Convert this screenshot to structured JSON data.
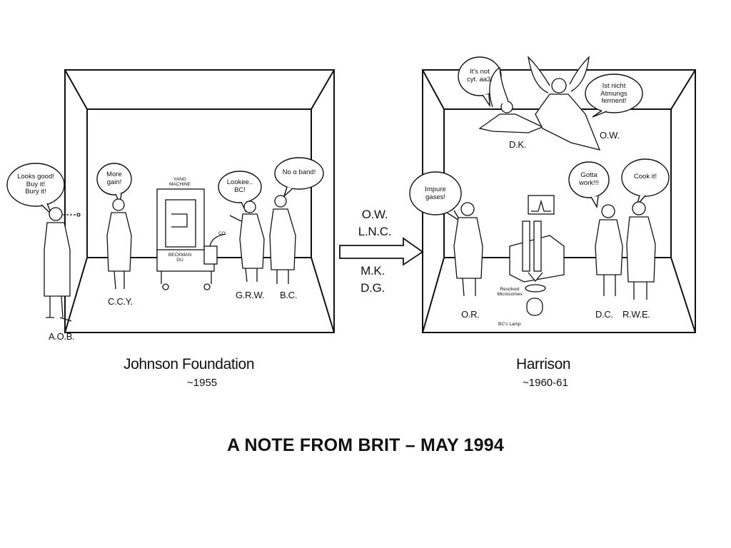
{
  "left_panel": {
    "caption": "Johnson Foundation",
    "date": "~1955",
    "machine_label_top": "YANG\nMACHINE",
    "machine_label_bottom": "BECKMAN\nDU",
    "co_label": "CO",
    "people": [
      {
        "label": "A.O.B.",
        "speech": "Looks good!\nBuy it!\nBury it!"
      },
      {
        "label": "C.C.Y.",
        "speech": "More\ngain!"
      },
      {
        "label": "G.R.W.",
        "speech": "Lookee..\nBC!"
      },
      {
        "label": "B.C.",
        "speech": "No α band!"
      }
    ]
  },
  "center": {
    "top_names": [
      "O.W.",
      "L.N.C."
    ],
    "bottom_names": [
      "M.K.",
      "D.G."
    ]
  },
  "right_panel": {
    "caption": "Harrison",
    "date": "~1960-61",
    "apparatus_labels": {
      "microsomes": "Resolved\nMicrosomes",
      "lamp": "BC's Lamp"
    },
    "people": [
      {
        "label": "D.K.",
        "speech": "It's not\ncyt. aa3!"
      },
      {
        "label": "O.W.",
        "speech": "Ist nicht\nAtmungs\nferment!"
      },
      {
        "label": "O.R.",
        "speech": "Impure\ngases!"
      },
      {
        "label": "D.C.",
        "speech": "Gotta\nwork!!!"
      },
      {
        "label": "R.W.E.",
        "speech": "Cook it!"
      }
    ]
  },
  "title": "A NOTE  FROM  BRIT – MAY  1994"
}
